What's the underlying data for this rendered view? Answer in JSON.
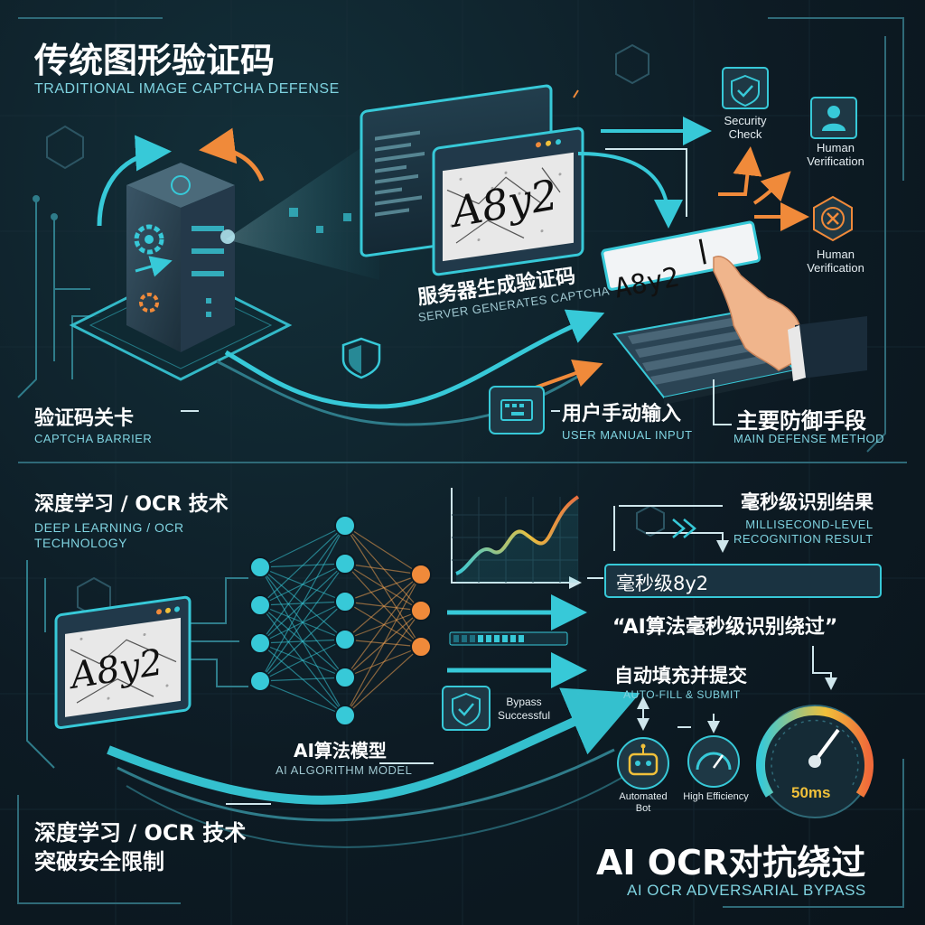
{
  "colors": {
    "background": "#0d1b24",
    "cyan": "#37c9d8",
    "orange": "#f08a3a",
    "panel": "#1d3947",
    "white": "#ffffff"
  },
  "top": {
    "title_zh": "传统图形验证码",
    "title_en": "TRADITIONAL IMAGE CAPTCHA DEFENSE",
    "captcha_code": "A8y2",
    "input_value": "A8y2",
    "server_zh": "服务器生成验证码",
    "server_en": "SERVER GENERATES CAPTCHA",
    "barrier_zh": "验证码关卡",
    "barrier_en": "CAPTCHA BARRIER",
    "manual_zh": "用户手动输入",
    "manual_en": "USER MANUAL INPUT",
    "defense_zh": "主要防御手段",
    "defense_en": "MAIN DEFENSE METHOD",
    "security_check": [
      "Security",
      "Check"
    ],
    "human_verification_1": [
      "Human",
      "Verification"
    ],
    "human_verification_2": [
      "Human",
      "Verification"
    ]
  },
  "bottom": {
    "ocr_zh": "深度学习 / OCR 技术",
    "ocr_en": [
      "DEEP LEARNING / OCR",
      "TECHNOLOGY"
    ],
    "captcha_code": "A8y2",
    "model_zh": "AI算法模型",
    "model_en": "AI ALGORITHM MODEL",
    "result_zh": "毫秒级识别结果",
    "result_en": [
      "MILLISECOND-LEVEL",
      "RECOGNITION RESULT"
    ],
    "result_value": "毫秒级8y2",
    "quote": "“AI算法毫秒级识别绕过”",
    "autofill_zh": "自动填充并提交",
    "autofill_en": "AUTO-FILL & SUBMIT",
    "bypass": [
      "Bypass",
      "Successful"
    ],
    "bot": [
      "Automated",
      "Bot"
    ],
    "efficiency": "High Efficiency",
    "speed": "50ms",
    "breach_zh": [
      "深度学习 / OCR 技术",
      "突破安全限制"
    ],
    "main_title": "AI OCR对抗绕过",
    "main_title_en": "AI OCR ADVERSARIAL BYPASS"
  }
}
